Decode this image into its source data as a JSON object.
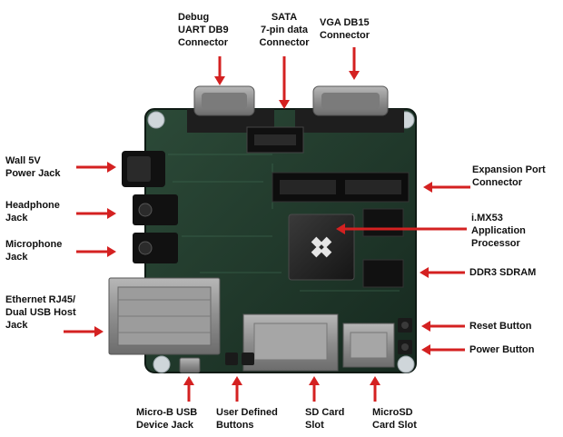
{
  "labels": {
    "debug_uart": "Debug\nUART DB9\nConnector",
    "sata": "SATA\n7-pin data\nConnector",
    "vga": "VGA DB15\nConnector",
    "wall_power": "Wall 5V\nPower Jack",
    "headphone": "Headphone\nJack",
    "microphone": "Microphone\nJack",
    "ethernet_usb": "Ethernet RJ45/\nDual USB Host\nJack",
    "expansion": "Expansion Port\nConnector",
    "imx53": "i.MX53\nApplication\nProcessor",
    "ddr3": "DDR3 SDRAM",
    "reset": "Reset Button",
    "power": "Power Button",
    "micro_b": "Micro-B USB\nDevice Jack",
    "user_buttons": "User Defined\nButtons",
    "sd_card": "SD Card\nSlot",
    "microsd": "MicroSD\nCard Slot"
  },
  "colors": {
    "arrow": "#d42121",
    "pcb": "#1f3a2c",
    "text": "#111111"
  }
}
